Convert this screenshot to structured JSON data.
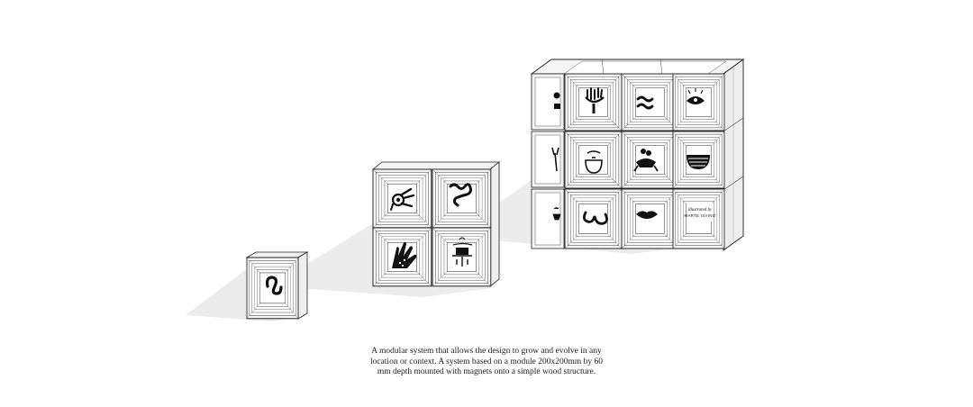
{
  "caption": {
    "line1": "A modular system that allows the design to grow and evolve in any",
    "line2": "location or context. A system based on a module 200x200mm by 60",
    "line3": "mm depth mounted with magnets onto a simple wood structure."
  },
  "tile_credit": {
    "line1": "illustrated by",
    "line2": "MARTE ISVINO"
  },
  "colors": {
    "ink": "#111111",
    "shadow": "#ebebeb",
    "frame": "#f7f7f7"
  },
  "icons": {
    "single": "squiggle-icon",
    "medium": [
      "spiral-creature-icon",
      "wavy-line-icon",
      "hand-with-dots-icon",
      "hat-figure-icon"
    ],
    "large": [
      "coral-plant-icon",
      "double-wave-icon",
      "eye-icon",
      "bowl-icon",
      "figure-with-flowers-icon",
      "striped-bowl-icon",
      "hook-squiggle-icon",
      "lips-icon",
      "illustration-credit-icon"
    ]
  }
}
